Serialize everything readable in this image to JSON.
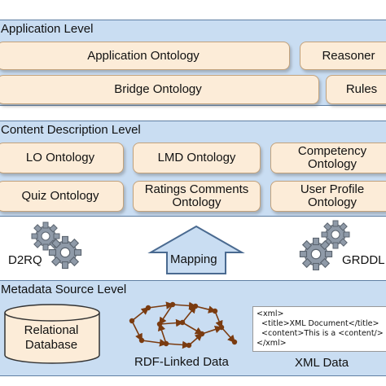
{
  "application_level": {
    "title": "Application Level",
    "application_ontology": "Application Ontology",
    "reasoner": "Reasoner",
    "bridge_ontology": "Bridge Ontology",
    "rules": "Rules"
  },
  "content_level": {
    "title": "Content Description Level",
    "lo_ontology": "LO Ontology",
    "lmd_ontology": "LMD Ontology",
    "competency_ontology": [
      "Competency",
      "Ontology"
    ],
    "quiz_ontology": "Quiz Ontology",
    "ratings_ontology": [
      "Ratings Comments",
      "Ontology"
    ],
    "user_profile_ontology": [
      "User Profile",
      "Ontology"
    ]
  },
  "mapping_band": {
    "d2rq": "D2RQ",
    "mapping": "Mapping",
    "grddl": "GRDDL"
  },
  "metadata_level": {
    "title": "Metadata Source Level",
    "relational_database": [
      "Relational",
      "Database"
    ],
    "rdf_caption": "RDF-Linked Data",
    "xml_caption": "XML Data",
    "xml_lines": [
      "<xml>",
      "  <title>XML Document</title>",
      "  <content>This is a <content/>",
      "</xml>"
    ]
  },
  "colors": {
    "layer_fill": "#c9ddf2",
    "box_fill": "#fcecd8",
    "arrow_fill": "#c9ddf2",
    "graph_color": "#7a3b10"
  }
}
